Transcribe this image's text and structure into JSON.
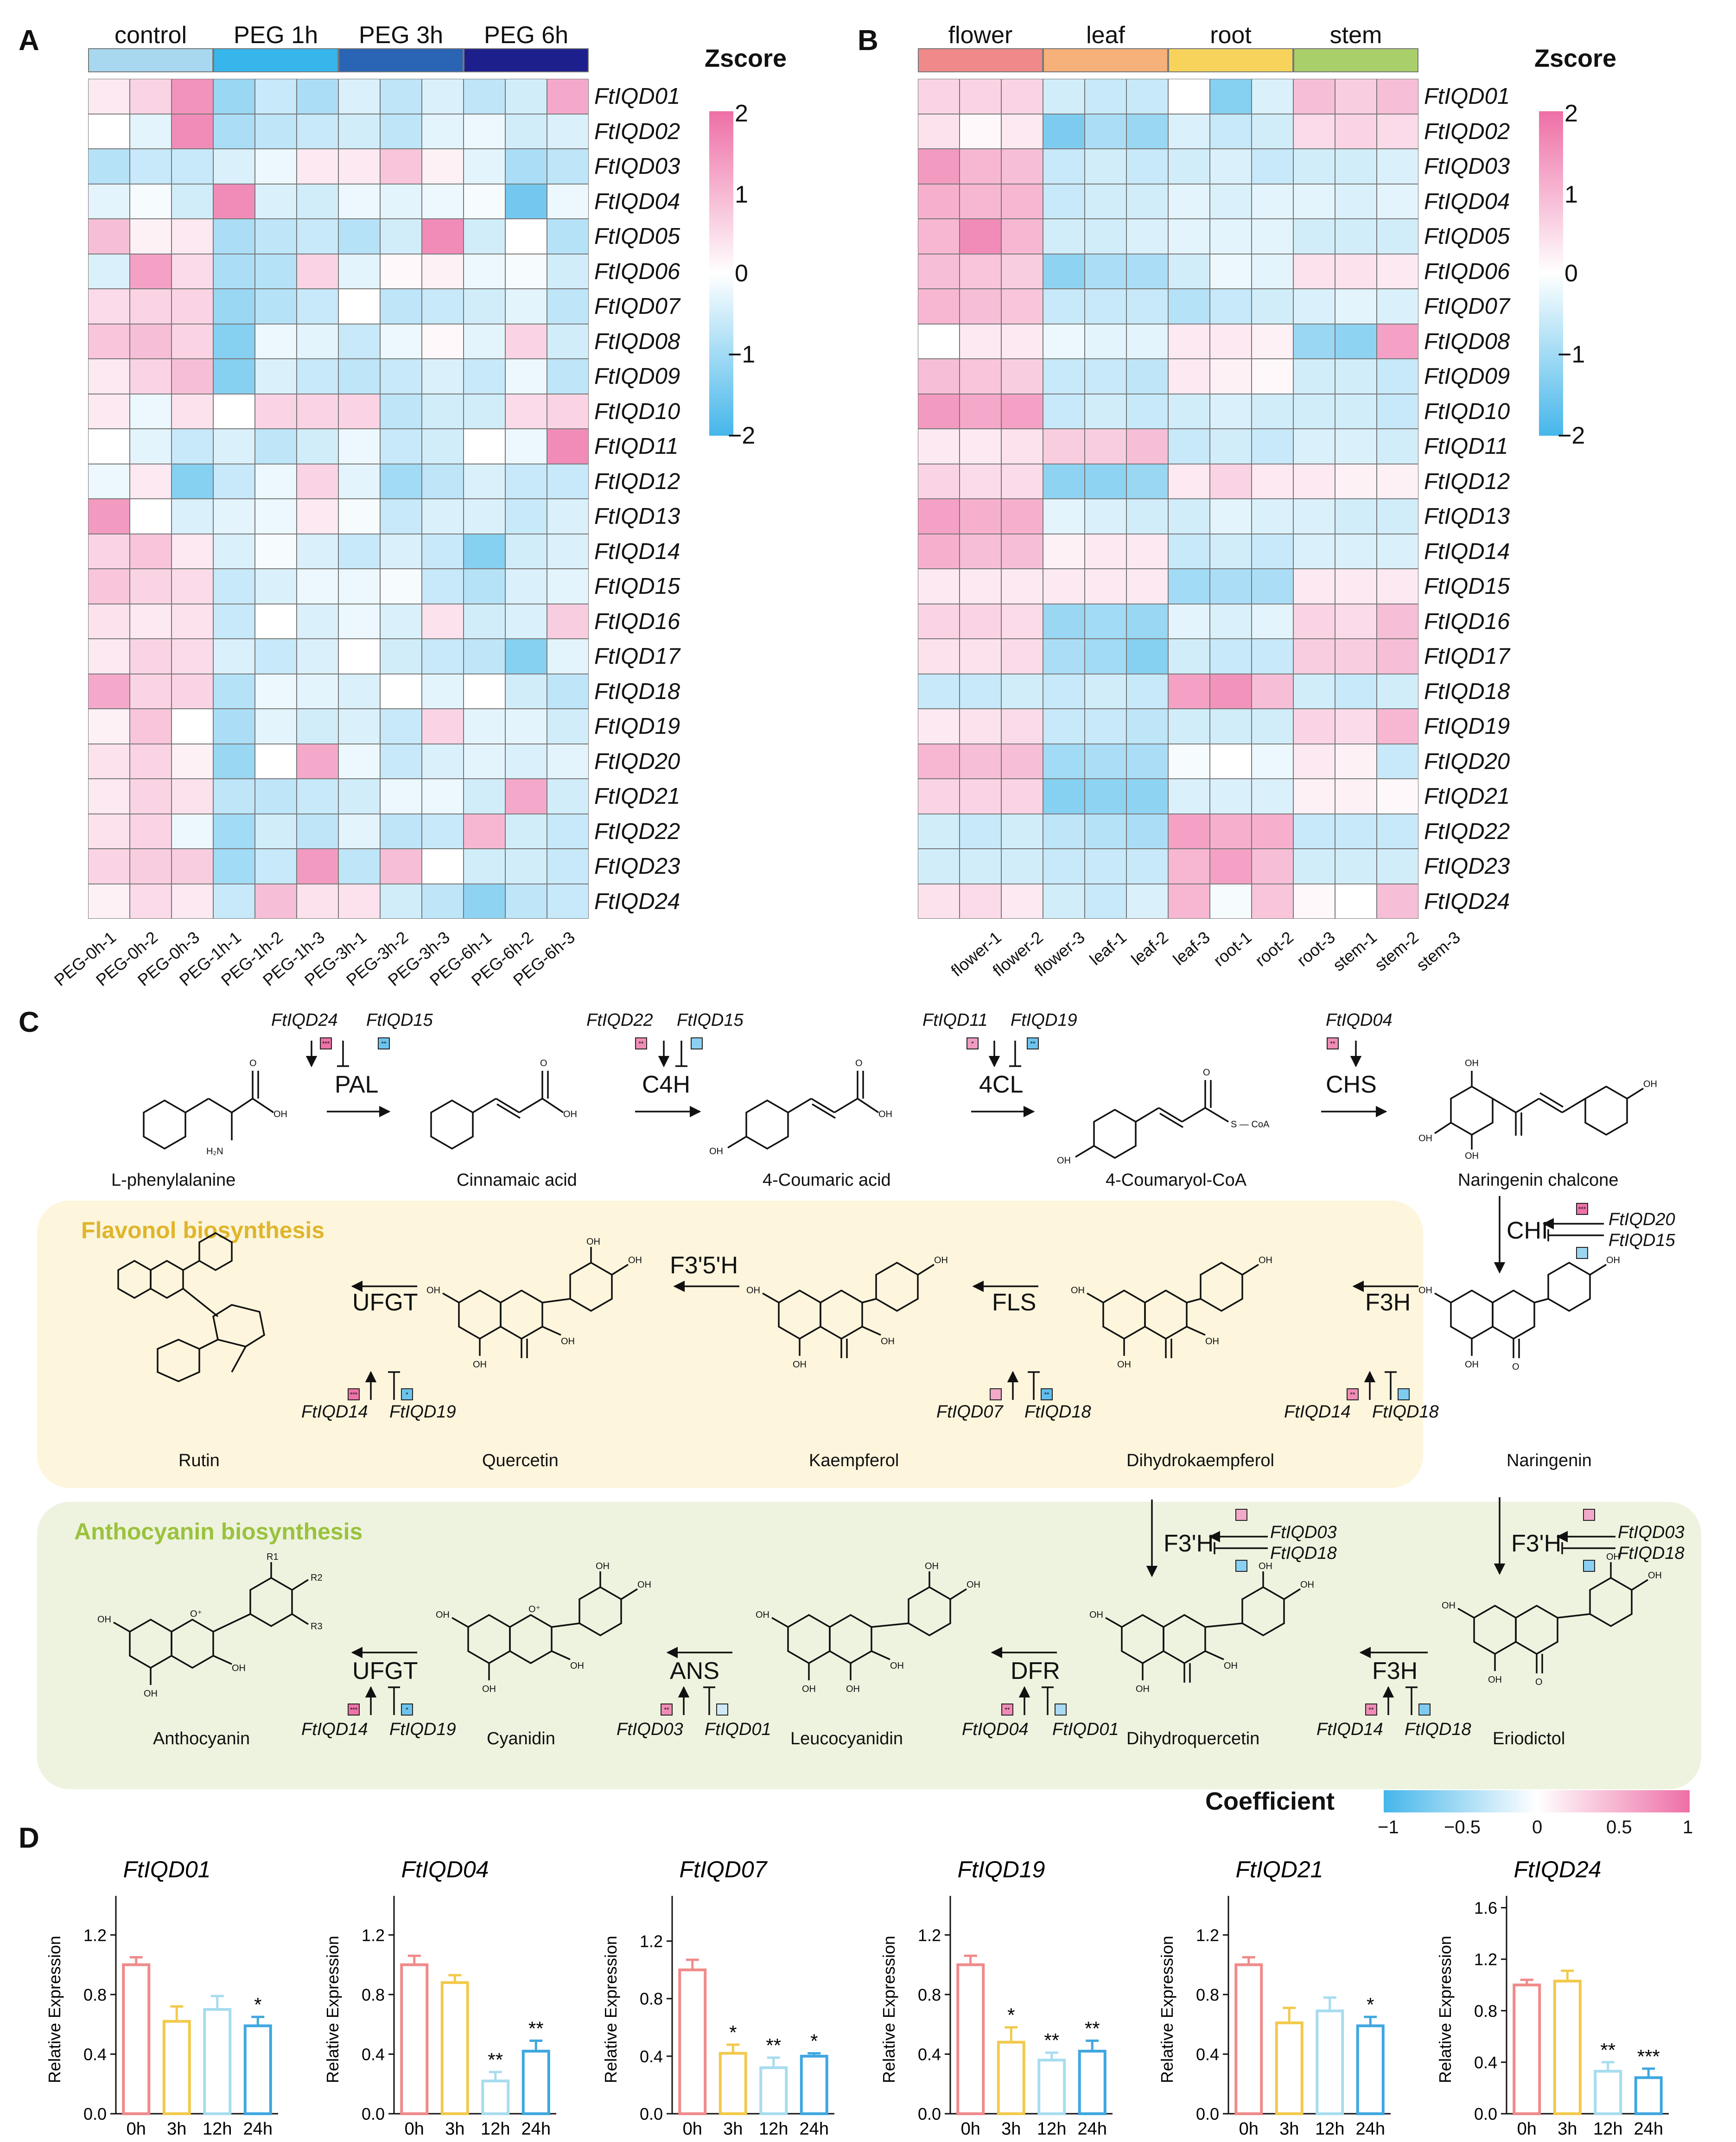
{
  "panels": {
    "A": "A",
    "B": "B",
    "C": "C",
    "D": "D"
  },
  "heatmap_A": {
    "legend_title": "Zscore",
    "legend_ticks": [
      "2",
      "1",
      "0",
      "−1",
      "−2"
    ],
    "groups": [
      {
        "label": "control",
        "color": "#a8d8f0"
      },
      {
        "label": "PEG 1h",
        "color": "#36b6ea"
      },
      {
        "label": "PEG 3h",
        "color": "#2a64b4"
      },
      {
        "label": "PEG 6h",
        "color": "#1c1f8c"
      }
    ],
    "columns": [
      "PEG-0h-1",
      "PEG-0h-2",
      "PEG-0h-3",
      "PEG-1h-1",
      "PEG-1h-2",
      "PEG-1h-3",
      "PEG-3h-1",
      "PEG-3h-2",
      "PEG-3h-3",
      "PEG-6h-1",
      "PEG-6h-2",
      "PEG-6h-3"
    ],
    "rows": [
      "FtIQD01",
      "FtIQD02",
      "FtIQD03",
      "FtIQD04",
      "FtIQD05",
      "FtIQD06",
      "FtIQD07",
      "FtIQD08",
      "FtIQD09",
      "FtIQD10",
      "FtIQD11",
      "FtIQD12",
      "FtIQD13",
      "FtIQD14",
      "FtIQD15",
      "FtIQD16",
      "FtIQD17",
      "FtIQD18",
      "FtIQD19",
      "FtIQD20",
      "FtIQD21",
      "FtIQD22",
      "FtIQD23",
      "FtIQD24"
    ],
    "values": [
      [
        0.3,
        0.6,
        1.5,
        -1.1,
        -0.6,
        -0.9,
        -0.4,
        -0.7,
        -0.4,
        -0.7,
        -0.5,
        1.2
      ],
      [
        0.0,
        -0.3,
        1.6,
        -0.9,
        -0.7,
        -0.6,
        -0.5,
        -0.7,
        -0.3,
        -0.2,
        -0.5,
        -0.4
      ],
      [
        -0.8,
        -0.6,
        -0.6,
        -0.4,
        -0.2,
        0.3,
        0.3,
        0.8,
        0.2,
        -0.3,
        -0.9,
        -0.7
      ],
      [
        -0.3,
        -0.1,
        -0.5,
        1.6,
        -0.4,
        -0.5,
        -0.2,
        -0.3,
        -0.2,
        -0.1,
        -1.5,
        -0.2
      ],
      [
        0.9,
        0.2,
        0.3,
        -0.9,
        -0.7,
        -0.6,
        -0.8,
        -0.5,
        1.6,
        -0.5,
        0.0,
        -0.8
      ],
      [
        -0.4,
        1.3,
        0.5,
        -0.9,
        -0.8,
        0.6,
        -0.3,
        0.1,
        0.2,
        -0.2,
        -0.1,
        -0.5
      ],
      [
        0.5,
        0.6,
        0.6,
        -1.1,
        -0.8,
        -0.6,
        0.0,
        -0.7,
        -0.6,
        -0.5,
        -0.3,
        -0.7
      ],
      [
        0.8,
        0.9,
        0.6,
        -1.3,
        -0.2,
        -0.3,
        -0.6,
        -0.2,
        0.1,
        -0.3,
        0.6,
        -0.5
      ],
      [
        0.3,
        0.6,
        0.9,
        -1.3,
        -0.4,
        -0.6,
        -0.7,
        -0.6,
        -0.4,
        -0.6,
        -0.2,
        -0.7
      ],
      [
        0.3,
        -0.2,
        0.4,
        0.0,
        0.6,
        0.6,
        0.6,
        -0.7,
        -0.5,
        -0.5,
        0.5,
        0.6
      ],
      [
        0.0,
        -0.3,
        -0.6,
        -0.4,
        -0.7,
        -0.5,
        -0.2,
        -0.6,
        -0.5,
        0.0,
        -0.2,
        1.6
      ],
      [
        -0.2,
        0.3,
        -1.3,
        -0.6,
        -0.2,
        0.6,
        -0.3,
        -1.0,
        -0.7,
        -0.4,
        -0.6,
        -0.6
      ],
      [
        1.4,
        0.0,
        -0.4,
        -0.3,
        -0.2,
        0.3,
        -0.1,
        -0.6,
        -0.4,
        -0.4,
        -0.6,
        -0.4
      ],
      [
        0.6,
        0.8,
        0.3,
        -0.4,
        -0.1,
        -0.4,
        -0.6,
        -0.4,
        -0.6,
        -1.3,
        -0.5,
        -0.4
      ],
      [
        0.8,
        0.6,
        0.5,
        -0.6,
        -0.4,
        -0.2,
        -0.2,
        -0.1,
        -0.6,
        -0.8,
        -0.4,
        -0.3
      ],
      [
        0.4,
        0.3,
        0.4,
        -0.6,
        0.0,
        -0.4,
        -0.2,
        -0.4,
        0.4,
        -0.5,
        -0.4,
        0.7
      ],
      [
        0.3,
        0.6,
        0.5,
        -0.4,
        -0.6,
        -0.4,
        0.0,
        -0.5,
        -0.6,
        -0.7,
        -1.3,
        -0.3
      ],
      [
        1.2,
        0.6,
        0.6,
        -0.8,
        -0.2,
        -0.3,
        -0.4,
        0.0,
        -0.3,
        0.0,
        -0.5,
        -0.7
      ],
      [
        0.2,
        0.8,
        0.0,
        -0.9,
        -0.3,
        -0.5,
        -0.4,
        -0.6,
        0.6,
        -0.3,
        -0.3,
        -0.5
      ],
      [
        0.4,
        0.6,
        0.2,
        -1.1,
        0.0,
        1.2,
        -0.2,
        -0.6,
        -0.4,
        -0.3,
        -0.4,
        -0.3
      ],
      [
        0.3,
        0.6,
        0.4,
        -0.7,
        -0.7,
        -0.6,
        -0.5,
        -0.2,
        -0.2,
        -0.5,
        1.2,
        -0.5
      ],
      [
        0.4,
        0.6,
        -0.2,
        -1.0,
        -0.5,
        -0.7,
        -0.3,
        -0.7,
        -0.6,
        1.0,
        -0.5,
        -0.6
      ],
      [
        0.6,
        0.7,
        0.7,
        -1.0,
        -0.6,
        1.4,
        -0.7,
        0.9,
        0.0,
        -0.5,
        -0.5,
        -0.6
      ],
      [
        0.2,
        0.5,
        0.3,
        -0.6,
        0.9,
        0.4,
        0.4,
        -0.5,
        -0.7,
        -1.2,
        -0.7,
        -0.6
      ]
    ]
  },
  "heatmap_B": {
    "legend_title": "Zscore",
    "legend_ticks": [
      "2",
      "1",
      "0",
      "−1",
      "−2"
    ],
    "groups": [
      {
        "label": "flower",
        "color": "#f08a8a"
      },
      {
        "label": "leaf",
        "color": "#f6b07a"
      },
      {
        "label": "root",
        "color": "#f7d35c"
      },
      {
        "label": "stem",
        "color": "#a9cf6a"
      }
    ],
    "columns": [
      "flower-1",
      "flower-2",
      "flower-3",
      "leaf-1",
      "leaf-2",
      "leaf-3",
      "root-1",
      "root-2",
      "root-3",
      "stem-1",
      "stem-2",
      "stem-3"
    ],
    "rows": [
      "FtIQD01",
      "FtIQD02",
      "FtIQD03",
      "FtIQD04",
      "FtIQD05",
      "FtIQD06",
      "FtIQD07",
      "FtIQD08",
      "FtIQD09",
      "FtIQD10",
      "FtIQD11",
      "FtIQD12",
      "FtIQD13",
      "FtIQD14",
      "FtIQD15",
      "FtIQD16",
      "FtIQD17",
      "FtIQD18",
      "FtIQD19",
      "FtIQD20",
      "FtIQD21",
      "FtIQD22",
      "FtIQD23",
      "FtIQD24"
    ],
    "values": [
      [
        0.6,
        0.6,
        0.6,
        -0.5,
        -0.6,
        -0.6,
        0.0,
        -1.3,
        -0.4,
        0.9,
        0.7,
        0.9
      ],
      [
        0.4,
        0.1,
        0.3,
        -1.4,
        -0.9,
        -1.1,
        -0.4,
        -0.6,
        -0.5,
        0.5,
        0.6,
        0.5
      ],
      [
        1.4,
        1.0,
        0.9,
        -0.6,
        -0.5,
        -0.6,
        -0.5,
        -0.4,
        -0.6,
        -0.5,
        -0.5,
        -0.4
      ],
      [
        1.1,
        1.0,
        1.0,
        -0.6,
        -0.5,
        -0.5,
        -0.3,
        -0.4,
        -0.3,
        -0.3,
        -0.4,
        -0.3
      ],
      [
        1.0,
        1.6,
        1.0,
        -0.5,
        -0.5,
        -0.4,
        -0.3,
        -0.3,
        -0.3,
        -0.5,
        -0.5,
        -0.5
      ],
      [
        0.9,
        0.8,
        0.7,
        -1.2,
        -0.9,
        -0.9,
        -0.5,
        -0.2,
        -0.3,
        0.4,
        0.4,
        0.3
      ],
      [
        1.0,
        0.9,
        0.8,
        -0.6,
        -0.6,
        -0.6,
        -0.8,
        -0.6,
        -0.5,
        -0.4,
        -0.3,
        -0.4
      ],
      [
        0.0,
        0.3,
        0.3,
        -0.2,
        -0.3,
        -0.3,
        0.3,
        0.3,
        0.2,
        -1.1,
        -1.2,
        1.3
      ],
      [
        0.9,
        0.8,
        0.7,
        -0.6,
        -0.6,
        -0.7,
        0.3,
        0.2,
        0.1,
        -0.5,
        -0.5,
        -0.6
      ],
      [
        1.4,
        1.2,
        1.3,
        -0.6,
        -0.5,
        -0.6,
        -0.5,
        -0.4,
        -0.5,
        -0.5,
        -0.5,
        -0.6
      ],
      [
        0.3,
        0.3,
        0.4,
        0.7,
        0.7,
        0.9,
        -0.6,
        -0.5,
        -0.6,
        -0.4,
        -0.4,
        -0.5
      ],
      [
        0.6,
        0.5,
        0.5,
        -1.2,
        -1.2,
        -1.1,
        0.3,
        0.6,
        0.3,
        0.3,
        0.2,
        0.2
      ],
      [
        1.3,
        1.1,
        1.1,
        -0.3,
        -0.4,
        -0.5,
        -0.5,
        -0.3,
        -0.4,
        -0.4,
        -0.5,
        -0.5
      ],
      [
        1.1,
        0.9,
        0.9,
        0.2,
        0.3,
        0.3,
        -0.6,
        -0.5,
        -0.6,
        -0.4,
        -0.4,
        -0.4
      ],
      [
        0.3,
        0.3,
        0.3,
        0.3,
        0.3,
        0.3,
        -1.0,
        -0.9,
        -0.9,
        0.3,
        0.3,
        0.3
      ],
      [
        0.6,
        0.6,
        0.5,
        -1.1,
        -1.0,
        -1.1,
        -0.3,
        -0.4,
        -0.3,
        0.6,
        0.5,
        0.9
      ],
      [
        0.4,
        0.4,
        0.5,
        -0.9,
        -1.0,
        -1.3,
        -0.5,
        -0.6,
        -0.6,
        0.7,
        0.7,
        0.9
      ],
      [
        -0.6,
        -0.6,
        -0.5,
        -0.6,
        -0.5,
        -0.6,
        1.3,
        1.5,
        0.9,
        -0.5,
        -0.6,
        -0.5
      ],
      [
        0.3,
        0.4,
        0.5,
        -0.6,
        -0.6,
        -0.7,
        -0.5,
        -0.5,
        -0.5,
        0.6,
        0.5,
        1.0
      ],
      [
        1.0,
        0.9,
        0.9,
        -1.0,
        -0.9,
        -0.9,
        -0.1,
        0.0,
        -0.2,
        0.3,
        0.2,
        -0.6
      ],
      [
        0.6,
        0.6,
        0.6,
        -1.3,
        -1.2,
        -1.2,
        -0.4,
        -0.4,
        -0.4,
        0.2,
        0.2,
        0.1
      ],
      [
        -0.5,
        -0.6,
        -0.5,
        -0.7,
        -0.8,
        -0.9,
        1.3,
        1.1,
        1.1,
        -0.6,
        -0.6,
        -0.6
      ],
      [
        -0.5,
        -0.5,
        -0.5,
        -0.6,
        -0.6,
        -0.6,
        1.0,
        1.3,
        0.9,
        -0.5,
        -0.5,
        -0.5
      ],
      [
        0.4,
        0.5,
        0.3,
        -0.5,
        -0.6,
        -0.4,
        1.0,
        -0.1,
        0.8,
        0.1,
        0.0,
        0.9
      ]
    ]
  },
  "pathway": {
    "flavonol_title": "Flavonol biosynthesis",
    "anthocyanin_title": "Anthocyanin biosynthesis",
    "compounds": {
      "phe": "L-phenylalanine",
      "cin": "Cinnamaic acid",
      "cou": "4-Coumaric acid",
      "coa": "4-Coumaryol-CoA",
      "chalcone": "Naringenin chalcone",
      "naringenin": "Naringenin",
      "dhk": "Dihydrokaempferol",
      "kaempferol": "Kaempferol",
      "quercetin": "Quercetin",
      "rutin": "Rutin",
      "eriodictol": "Eriodictol",
      "dhq": "Dihydroquercetin",
      "leuco": "Leucocyanidin",
      "cyanidin": "Cyanidin",
      "anthocyanin": "Anthocyanin"
    },
    "enzymes": {
      "pal": "PAL",
      "c4h": "C4H",
      "cl4": "4CL",
      "chs": "CHS",
      "chi": "CHI",
      "f3h": "F3H",
      "fls": "FLS",
      "f35h": "F3'5'H",
      "ufgt": "UFGT",
      "f3ph": "F3'H",
      "dfr": "DFR",
      "ans": "ANS"
    },
    "regulators": {
      "pal_a": "FtIQD24",
      "pal_b": "FtIQD15",
      "c4h_a": "FtIQD22",
      "c4h_b": "FtIQD15",
      "cl4_a": "FtIQD11",
      "cl4_b": "FtIQD19",
      "chs_a": "FtIQD04",
      "chi_a": "FtIQD20",
      "chi_b": "FtIQD15",
      "f3h_a": "FtIQD14",
      "f3h_b": "FtIQD18",
      "fls_a": "FtIQD07",
      "fls_b": "FtIQD18",
      "ufgt_a": "FtIQD14",
      "ufgt_b": "FtIQD19",
      "f3ph_l_a": "FtIQD03",
      "f3ph_l_b": "FtIQD18",
      "f3ph_r_a": "FtIQD03",
      "f3ph_r_b": "FtIQD18",
      "f3h2_a": "FtIQD14",
      "f3h2_b": "FtIQD18",
      "dfr_a": "FtIQD04",
      "dfr_b": "FtIQD01",
      "ans_a": "FtIQD03",
      "ans_b": "FtIQD01",
      "ufgt2_a": "FtIQD14",
      "ufgt2_b": "FtIQD19"
    },
    "markers": {
      "m1": "*",
      "m2": "**",
      "m3": "***"
    },
    "coef_title": "Coefficient",
    "coef_ticks": [
      "−1",
      "−0.5",
      "0",
      "0.5",
      "1"
    ],
    "substituents": {
      "r1": "R1",
      "r2": "R2",
      "r3": "R3",
      "oh": "OH",
      "o": "O",
      "nh2": "H₂N",
      "s_coa": "S — CoA",
      "oplus": "O⁺"
    }
  },
  "chart_data": [
    {
      "type": "bar",
      "title": "FtIQD01",
      "ylabel": "Relative Expression",
      "categories": [
        "0h",
        "3h",
        "12h",
        "24h"
      ],
      "values": [
        1.0,
        0.62,
        0.7,
        0.59
      ],
      "errors": [
        0.05,
        0.1,
        0.09,
        0.06
      ],
      "significance": [
        "",
        "",
        "",
        "*"
      ],
      "ylim": [
        0,
        1.4
      ],
      "yticks": [
        "0.0",
        "0.4",
        "0.8",
        "1.2"
      ]
    },
    {
      "type": "bar",
      "title": "FtIQD04",
      "ylabel": "Relative Expression",
      "categories": [
        "0h",
        "3h",
        "12h",
        "24h"
      ],
      "values": [
        1.0,
        0.88,
        0.22,
        0.42
      ],
      "errors": [
        0.06,
        0.05,
        0.06,
        0.07
      ],
      "significance": [
        "",
        "",
        "**",
        "**"
      ],
      "ylim": [
        0,
        1.4
      ],
      "yticks": [
        "0.0",
        "0.4",
        "0.8",
        "1.2"
      ]
    },
    {
      "type": "bar",
      "title": "FtIQD07",
      "ylabel": "Relative Expression",
      "categories": [
        "0h",
        "3h",
        "12h",
        "24h"
      ],
      "values": [
        1.0,
        0.42,
        0.32,
        0.4
      ],
      "errors": [
        0.07,
        0.06,
        0.07,
        0.02
      ],
      "significance": [
        "",
        "*",
        "**",
        "*"
      ],
      "ylim": [
        0,
        1.45
      ],
      "yticks": [
        "0.0",
        "0.4",
        "0.8",
        "1.2"
      ]
    },
    {
      "type": "bar",
      "title": "FtIQD19",
      "ylabel": "Relative Expression",
      "categories": [
        "0h",
        "3h",
        "12h",
        "24h"
      ],
      "values": [
        1.0,
        0.48,
        0.36,
        0.42
      ],
      "errors": [
        0.06,
        0.1,
        0.05,
        0.07
      ],
      "significance": [
        "",
        "*",
        "**",
        "**"
      ],
      "ylim": [
        0,
        1.4
      ],
      "yticks": [
        "0.0",
        "0.4",
        "0.8",
        "1.2"
      ]
    },
    {
      "type": "bar",
      "title": "FtIQD21",
      "ylabel": "Relative Expression",
      "categories": [
        "0h",
        "3h",
        "12h",
        "24h"
      ],
      "values": [
        1.0,
        0.61,
        0.69,
        0.59
      ],
      "errors": [
        0.05,
        0.1,
        0.09,
        0.06
      ],
      "significance": [
        "",
        "",
        "",
        "*"
      ],
      "ylim": [
        0,
        1.4
      ],
      "yticks": [
        "0.0",
        "0.4",
        "0.8",
        "1.2"
      ]
    },
    {
      "type": "bar",
      "title": "FtIQD24",
      "ylabel": "Relative Expression",
      "categories": [
        "0h",
        "3h",
        "12h",
        "24h"
      ],
      "values": [
        1.0,
        1.03,
        0.33,
        0.28
      ],
      "errors": [
        0.04,
        0.08,
        0.07,
        0.07
      ],
      "significance": [
        "",
        "",
        "**",
        "***"
      ],
      "ylim": [
        0,
        1.62
      ],
      "yticks": [
        "0.0",
        "0.4",
        "0.8",
        "1.2",
        "1.6"
      ]
    }
  ],
  "colors": {
    "bar_0h": "#f08a8a",
    "bar_3h": "#f2c94c",
    "bar_12h": "#a7dcef",
    "bar_24h": "#3fa7e0",
    "pos": "#ee6fa6",
    "neg": "#45b6ea"
  }
}
